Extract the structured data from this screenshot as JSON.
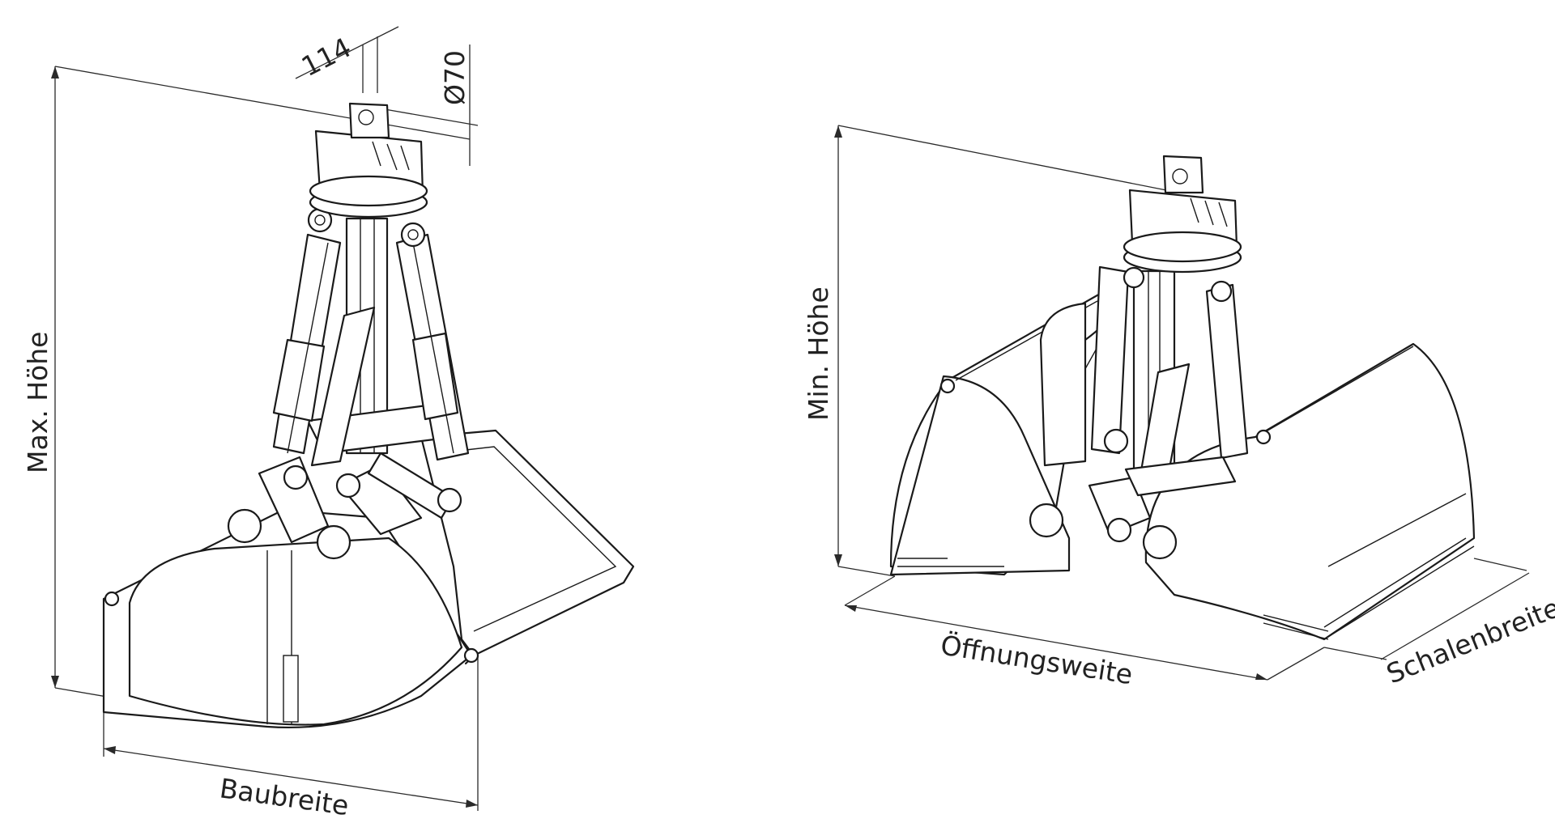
{
  "labels": {
    "max_height": "Max. Höhe",
    "dim_114": "114",
    "dim_d70": "Ø70",
    "build_width": "Baubreite",
    "min_height": "Min. Höhe",
    "opening_width": "Öffnungsweite",
    "shell_width": "Schalenbreite"
  }
}
